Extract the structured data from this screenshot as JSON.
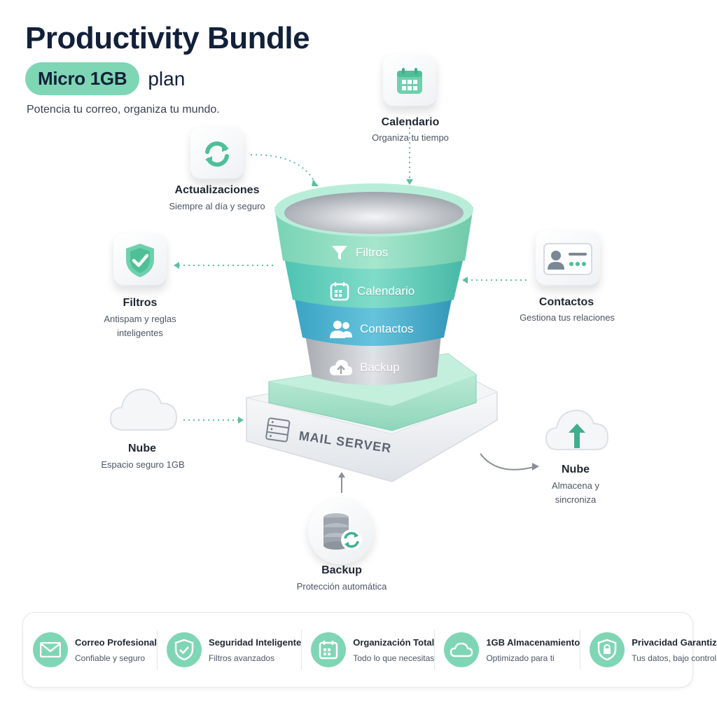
{
  "header": {
    "title": "Productivity Bundle",
    "plan_name": "Micro 1GB",
    "plan_word": "plan",
    "tagline": "Potencia tu correo, organiza tu mundo."
  },
  "features": {
    "calendario": {
      "title": "Calendario",
      "subtitle": "Organiza tu tiempo"
    },
    "actualizaciones": {
      "title": "Actualizaciones",
      "subtitle": "Siempre al día y seguro"
    },
    "filtros": {
      "title": "Filtros",
      "subtitle": "Antispam y reglas inteligentes"
    },
    "contactos": {
      "title": "Contactos",
      "subtitle": "Gestiona tus relaciones"
    },
    "nube_left": {
      "title": "Nube",
      "subtitle": "Espacio seguro 1GB"
    },
    "nube_right": {
      "title": "Nube",
      "subtitle": "Almacena y sincroniza"
    },
    "backup": {
      "title": "Backup",
      "subtitle": "Protección automática"
    }
  },
  "funnel_layers": [
    {
      "label": "Filtros",
      "icon": "funnel-icon",
      "color": "#8fdcc0"
    },
    {
      "label": "Calendario",
      "icon": "calendar-icon",
      "color": "#6fcfbf"
    },
    {
      "label": "Contactos",
      "icon": "users-icon",
      "color": "#4fb3d0"
    },
    {
      "label": "Backup",
      "icon": "cloud-upload-icon",
      "color": "#c9ccd1"
    }
  ],
  "server": {
    "label": "MAIL SERVER"
  },
  "bottom_bar": [
    {
      "title": "Correo Profesional",
      "subtitle": "Confiable y seguro",
      "icon": "envelope-icon"
    },
    {
      "title": "Seguridad Inteligente",
      "subtitle": "Filtros avanzados",
      "icon": "shield-check-icon"
    },
    {
      "title": "Organización Total",
      "subtitle": "Todo lo que necesitas",
      "icon": "calendar-icon"
    },
    {
      "title": "1GB Almacenamiento",
      "subtitle": "Optimizado para ti",
      "icon": "cloud-icon"
    },
    {
      "title": "Privacidad Garantizada",
      "subtitle": "Tus datos, bajo control",
      "icon": "shield-lock-icon"
    }
  ],
  "colors": {
    "accent": "#7fd6b5",
    "accent_dark": "#3fae8c",
    "navy": "#12203a"
  }
}
